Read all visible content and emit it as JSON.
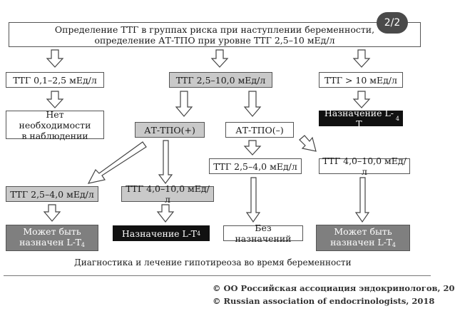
{
  "badge": "2/2",
  "top": {
    "line1": "Определение ТТГ в группах риска при наступлении беременности,",
    "line2": "определение АТ-ТПО при уровне ТТГ 2,5–10 мЕд/л"
  },
  "row1": {
    "left": "ТТГ 0,1–2,5 мЕд/л",
    "center": "ТТГ 2,5–10,0 мЕд/л",
    "right": "ТТГ > 10 мЕд/л"
  },
  "row2": {
    "no_need_line1": "Нет необходимости",
    "no_need_line2": "в наблюдении",
    "atpo_pos": "АТ-ТПО(+)",
    "atpo_neg": "АТ-ТПО(–)",
    "assign_prefix": "Назначение L-T",
    "assign_sub": "4"
  },
  "row3": {
    "neg_low": "ТТГ 2,5–4,0 мЕд/л",
    "neg_high": "ТТГ 4,0–10,0 мЕд/л"
  },
  "row4": {
    "pos_low": "ТТГ 2,5–4,0 мЕд/л",
    "pos_high": "ТТГ 4,0–10,0 мЕд/л"
  },
  "row5": {
    "may_line1": "Может быть",
    "may_line2_prefix": "назначен L-T",
    "may_sub": "4",
    "assign_prefix": "Назначение L-T",
    "assign_sub": "4",
    "no_assign": "Без назначений"
  },
  "caption": "Диагностика и лечение гипотиреоза во время беременности",
  "copyright": {
    "line1": "© ОО Российская ассоциация эндокринологов, 20",
    "line2": "© Russian association of endocrinologists, 2018"
  }
}
